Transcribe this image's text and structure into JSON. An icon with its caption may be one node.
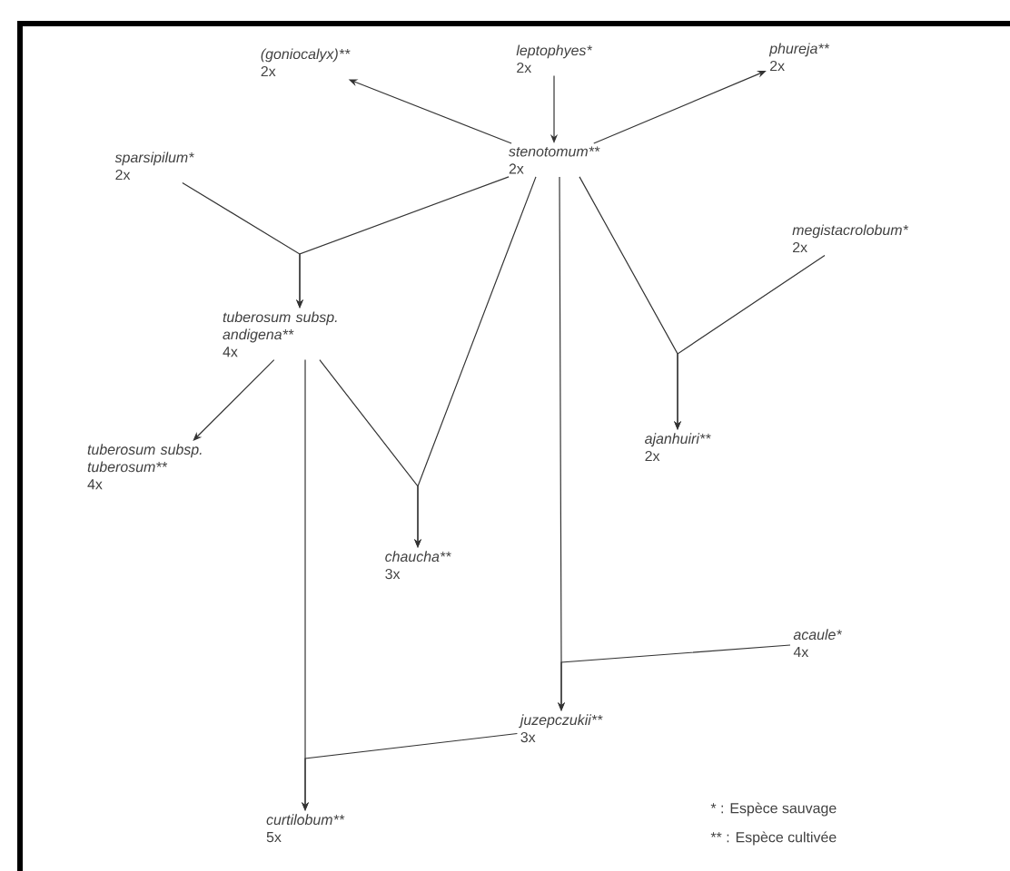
{
  "diagram": {
    "nodes": [
      {
        "text": [
          "(goniocalyx)**",
          "2x"
        ]
      },
      {
        "text": [
          "leptophyes*",
          "2x"
        ]
      },
      {
        "text": [
          "phureja**",
          "2x"
        ]
      },
      {
        "text": [
          "sparsipilum*",
          "2x"
        ]
      },
      {
        "text": [
          "stenotomum**",
          "2x"
        ]
      },
      {
        "text": [
          "megistacrolobum*",
          "2x"
        ]
      },
      {
        "text": [
          "tuberosum subsp. andigena**",
          "4x"
        ]
      },
      {
        "text": [
          "tuberosum subsp. tuberosum**",
          "4x"
        ]
      },
      {
        "text": [
          "ajanhuiri**",
          "2x"
        ]
      },
      {
        "text": [
          "chaucha**",
          "3x"
        ]
      },
      {
        "text": [
          "acaule*",
          "4x"
        ]
      },
      {
        "text": [
          "juzepczukii**",
          "3x"
        ]
      },
      {
        "text": [
          "curtilobum**",
          "5x"
        ]
      }
    ],
    "edges": [
      {
        "from": 4,
        "to": 0,
        "arrow": "to"
      },
      {
        "from": 1,
        "to": 4,
        "arrow": "to"
      },
      {
        "from": 4,
        "to": 2,
        "arrow": "to"
      },
      {
        "from": 3,
        "to": 6,
        "arrow": "to"
      },
      {
        "from": 4,
        "to": 6,
        "arrow": "to"
      },
      {
        "from": 6,
        "to": 7,
        "arrow": "to"
      },
      {
        "from": 6,
        "to": 9,
        "arrow": "to"
      },
      {
        "from": 4,
        "to": 9,
        "arrow": "to"
      },
      {
        "from": 4,
        "to": 8,
        "arrow": "to"
      },
      {
        "from": 5,
        "to": 8,
        "arrow": "to"
      },
      {
        "from": 4,
        "to": 11,
        "arrow": "to"
      },
      {
        "from": 10,
        "to": 11,
        "arrow": "to"
      },
      {
        "from": 6,
        "to": 12,
        "arrow": "to"
      },
      {
        "from": 11,
        "to": 12,
        "arrow": "to"
      }
    ],
    "labels": [
      "* : Espèce sauvage",
      "** : Espèce cultivée"
    ]
  }
}
